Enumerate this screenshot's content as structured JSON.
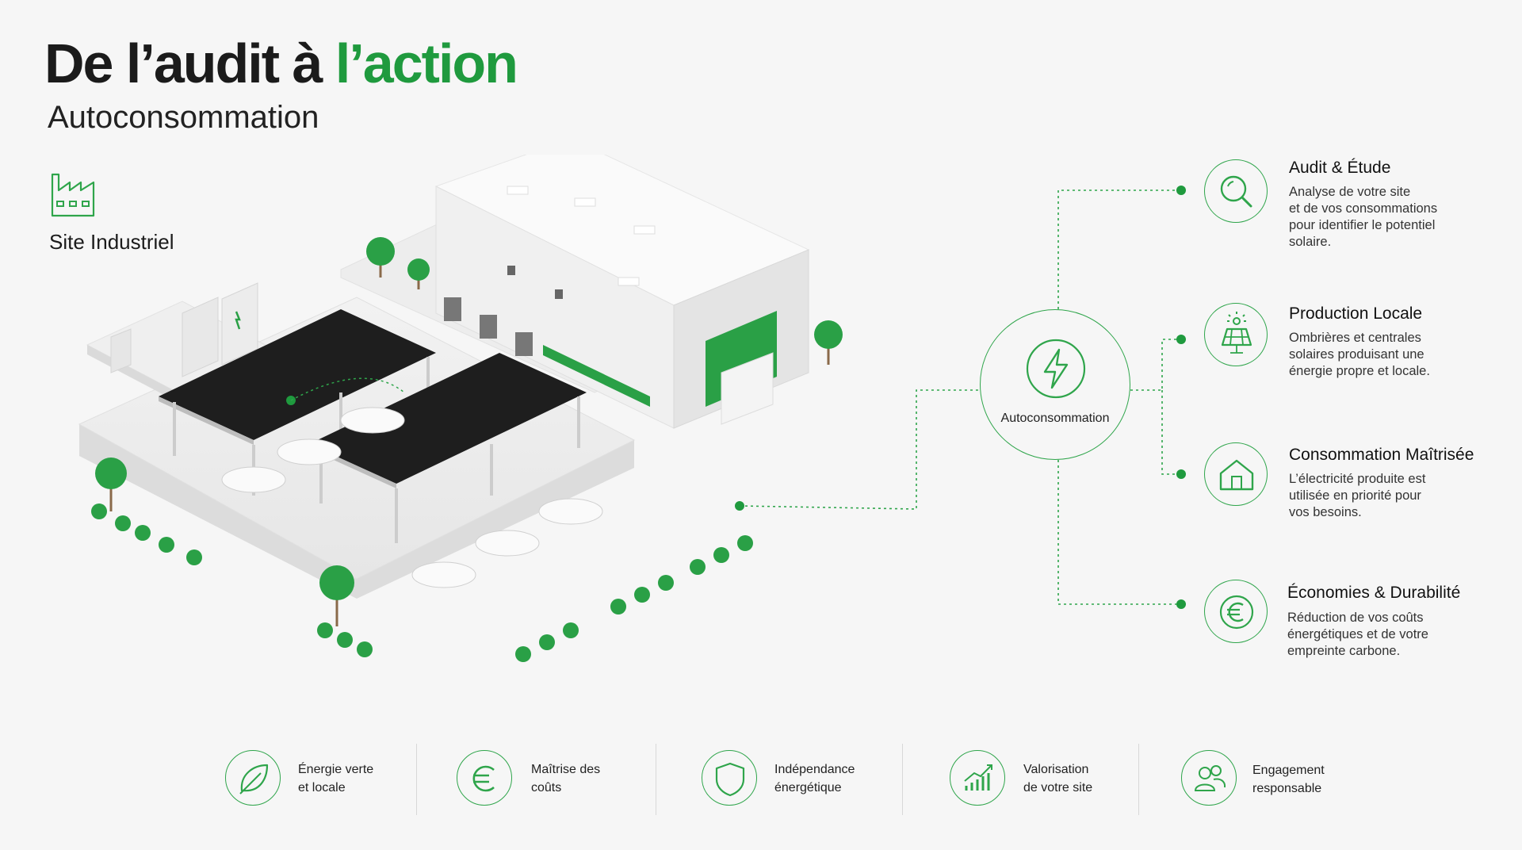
{
  "header": {
    "title_main": "De l’audit à ",
    "title_accent": "l’action",
    "subtitle": "Autoconsommation"
  },
  "site": {
    "label": "Site Industriel",
    "icon": "factory-icon"
  },
  "hub": {
    "label": "Autoconsommation",
    "icon": "lightning-icon"
  },
  "steps": [
    {
      "title": "Audit & Étude",
      "description": "Analyse de votre site\net de vos consommations\npour identifier le potentiel\nsolaire.",
      "icon": "magnifier-icon"
    },
    {
      "title": "Production Locale",
      "description": "Ombrières et centrales\nsolaires produisant une\nénergie propre et locale.",
      "icon": "solar-panel-icon"
    },
    {
      "title": "Consommation Maîtrisée",
      "description": "L’électricité produite est\nutilisée en priorité pour\nvos besoins.",
      "icon": "house-icon"
    },
    {
      "title": "Économies & Durabilité",
      "description": "Réduction de vos coûts\nénergétiques et de votre\nempreinte carbone.",
      "icon": "euro-icon"
    }
  ],
  "benefits": [
    {
      "label": "Énergie verte\net locale",
      "icon": "leaf-icon"
    },
    {
      "label": "Maîtrise des\ncoûts",
      "icon": "euro-icon"
    },
    {
      "label": "Indépendance\nénergétique",
      "icon": "shield-icon"
    },
    {
      "label": "Valorisation\nde votre site",
      "icon": "growth-chart-icon"
    },
    {
      "label": "Engagement\nresponsable",
      "icon": "people-icon"
    }
  ],
  "colors": {
    "accent": "#1f9a3e",
    "line": "#2fa54b",
    "text": "#1b1b1b",
    "background": "#f6f6f6"
  }
}
